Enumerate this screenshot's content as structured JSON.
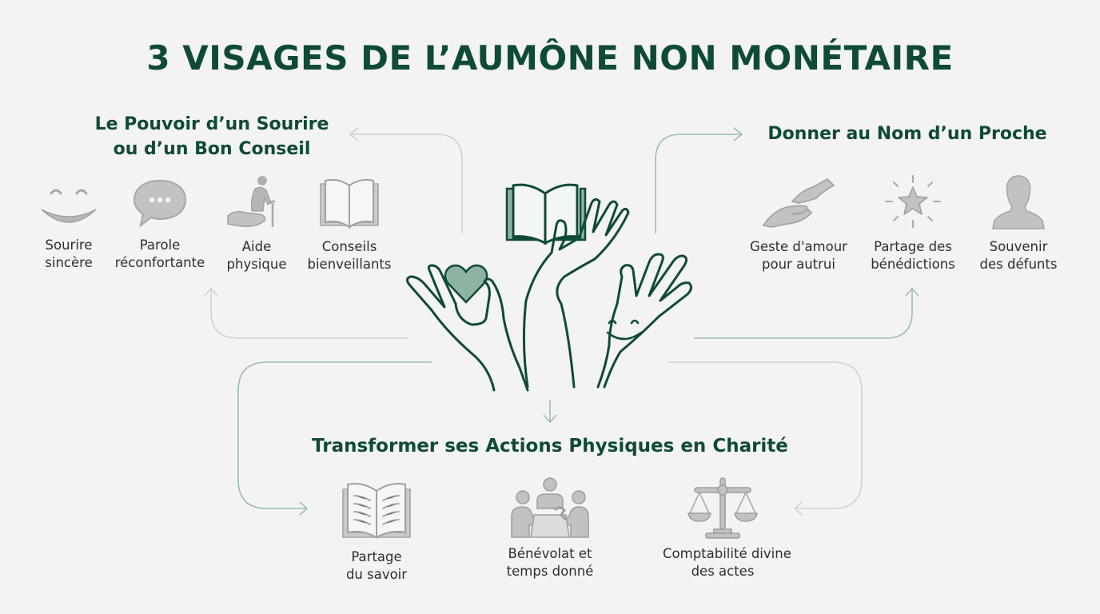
{
  "title": "3 VISAGES DE L’AUMÔNE NON MONÉTAIRE",
  "colors": {
    "primary_green": "#0f4a37",
    "icon_gray": "#a9a9a9",
    "connector_green": "#9dbfae",
    "connector_gray": "#cfcfcf",
    "background": "#f3f3f2"
  },
  "sections": {
    "smile": {
      "title_line1": "Le Pouvoir d’un Sourire",
      "title_line2": "ou d’un Bon Conseil",
      "items": [
        {
          "icon": "smile-icon",
          "line1": "Sourire",
          "line2": "sincère"
        },
        {
          "icon": "speech-bubble-icon",
          "line1": "Parole",
          "line2": "réconfortante"
        },
        {
          "icon": "elderly-help-icon",
          "line1": "Aide",
          "line2": "physique"
        },
        {
          "icon": "open-book-icon",
          "line1": "Conseils",
          "line2": "bienveillants"
        }
      ]
    },
    "relative": {
      "title": "Donner au Nom d’un Proche",
      "items": [
        {
          "icon": "giving-hands-icon",
          "line1": "Geste d'amour",
          "line2": "pour autrui"
        },
        {
          "icon": "shining-star-icon",
          "line1": "Partage des",
          "line2": "bénédictions"
        },
        {
          "icon": "person-silhouette-icon",
          "line1": "Souvenir",
          "line2": "des défunts"
        }
      ]
    },
    "actions": {
      "title": "Transformer ses Actions Physiques en Charité",
      "items": [
        {
          "icon": "book-text-icon",
          "line1": "Partage",
          "line2": "du savoir"
        },
        {
          "icon": "volunteers-icon",
          "line1": "Bénévolat et",
          "line2": "temps donné"
        },
        {
          "icon": "scales-icon",
          "line1": "Comptabilité divine",
          "line2": "des actes"
        }
      ]
    }
  },
  "center_illustration": "three-hands-heart-book-smile"
}
